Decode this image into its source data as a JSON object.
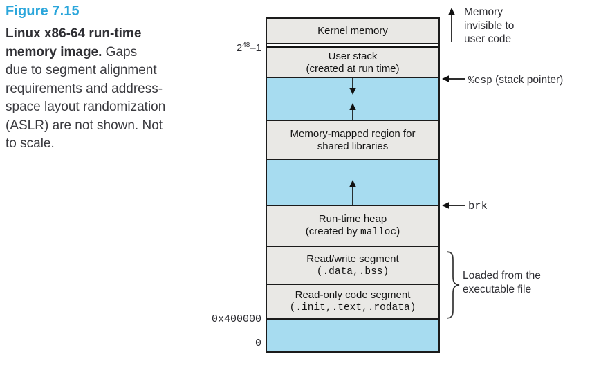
{
  "caption": {
    "figure_label": "Figure 7.15",
    "lines": [
      {
        "bold": "Linux x86-64 run-time",
        "rest": ""
      },
      {
        "bold": "memory image.",
        "rest": " Gaps"
      },
      {
        "bold": "",
        "rest": "due to segment alignment"
      },
      {
        "bold": "",
        "rest": "requirements and address-"
      },
      {
        "bold": "",
        "rest": "space layout randomization"
      },
      {
        "bold": "",
        "rest": "(ASLR) are not shown. Not"
      },
      {
        "bold": "",
        "rest": "to scale."
      }
    ]
  },
  "colors": {
    "accent_heading": "#2ba6db",
    "segment_gray": "#e9e8e5",
    "segment_blue": "#a7dcf0",
    "border": "#1b1b1b"
  },
  "address_labels": {
    "top_base": "2",
    "top_exponent": "48",
    "top_suffix": "–1",
    "code_start": "0x400000",
    "zero": "0"
  },
  "diagram": {
    "segments": [
      {
        "id": "kernel",
        "line1": "Kernel memory"
      },
      {
        "id": "user-stack",
        "line1": "User stack",
        "line2": "(created at run time)"
      },
      {
        "id": "gap-below-stack",
        "arrows": [
          "down",
          "up"
        ]
      },
      {
        "id": "mmap",
        "line1": "Memory-mapped region for",
        "line2": "shared libraries"
      },
      {
        "id": "gap-above-heap",
        "arrows": [
          "up"
        ]
      },
      {
        "id": "heap",
        "line1": "Run-time heap",
        "line2_prefix": "(created by ",
        "line2_mono": "malloc",
        "line2_suffix": ")"
      },
      {
        "id": "read-write",
        "line1": "Read/write segment",
        "line2_mono": "(.data,.bss)"
      },
      {
        "id": "read-only",
        "line1": "Read-only code segment",
        "line2_mono": "(.init,.text,.rodata)"
      },
      {
        "id": "bottom-unused",
        "line1": ""
      }
    ]
  },
  "annotations": {
    "invisible": {
      "lines": [
        "Memory",
        "invisible to",
        "user code"
      ]
    },
    "esp": {
      "mono": "%esp",
      "rest": " (stack pointer)"
    },
    "brk": {
      "mono": "brk"
    },
    "loaded": {
      "lines": [
        "Loaded from the",
        "executable file"
      ]
    }
  }
}
